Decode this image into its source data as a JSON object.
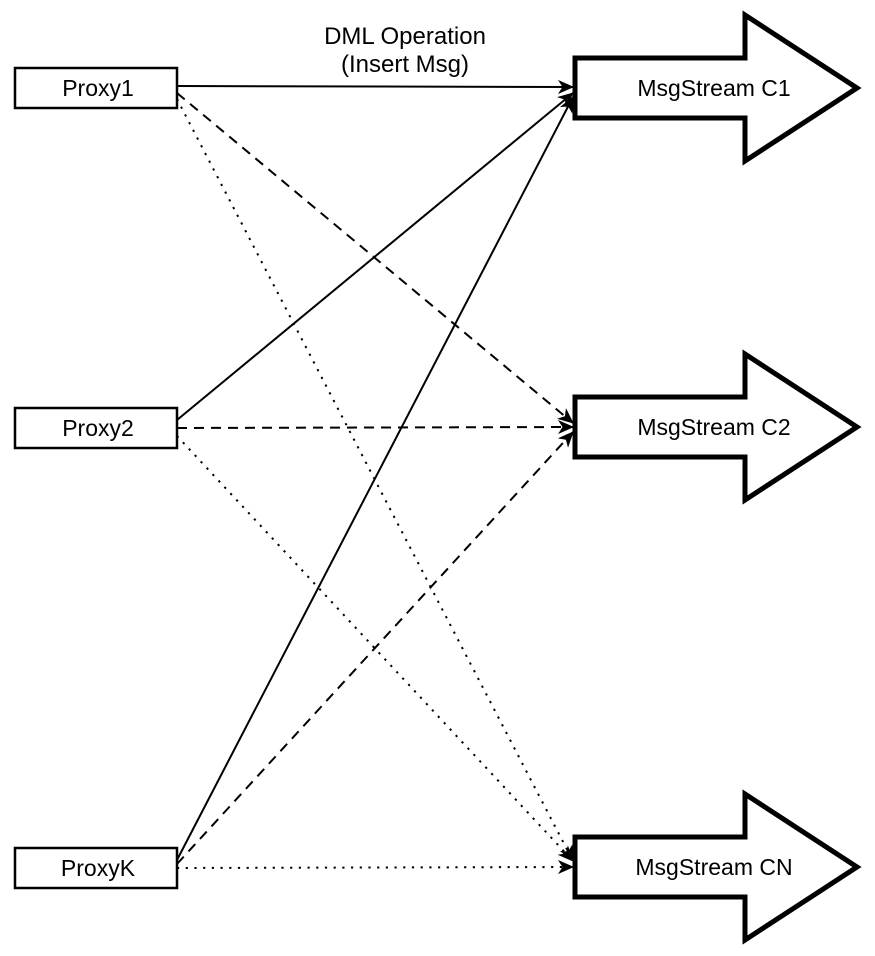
{
  "title": {
    "line1": "DML Operation",
    "line2": "(Insert Msg)"
  },
  "proxies": [
    {
      "label": "Proxy1"
    },
    {
      "label": "Proxy2"
    },
    {
      "label": "ProxyK"
    }
  ],
  "streams": [
    {
      "label": "MsgStream C1"
    },
    {
      "label": "MsgStream C2"
    },
    {
      "label": "MsgStream CN"
    }
  ],
  "edges": [
    {
      "from": "Proxy1",
      "to": "MsgStream C1",
      "style": "solid"
    },
    {
      "from": "Proxy1",
      "to": "MsgStream C2",
      "style": "dashed"
    },
    {
      "from": "Proxy1",
      "to": "MsgStream CN",
      "style": "dotted"
    },
    {
      "from": "Proxy2",
      "to": "MsgStream C1",
      "style": "solid"
    },
    {
      "from": "Proxy2",
      "to": "MsgStream C2",
      "style": "dashed"
    },
    {
      "from": "Proxy2",
      "to": "MsgStream CN",
      "style": "dotted"
    },
    {
      "from": "ProxyK",
      "to": "MsgStream C1",
      "style": "solid"
    },
    {
      "from": "ProxyK",
      "to": "MsgStream C2",
      "style": "dashed"
    },
    {
      "from": "ProxyK",
      "to": "MsgStream CN",
      "style": "dotted"
    }
  ],
  "colors": {
    "stroke": "#000000",
    "fill": "#ffffff"
  }
}
